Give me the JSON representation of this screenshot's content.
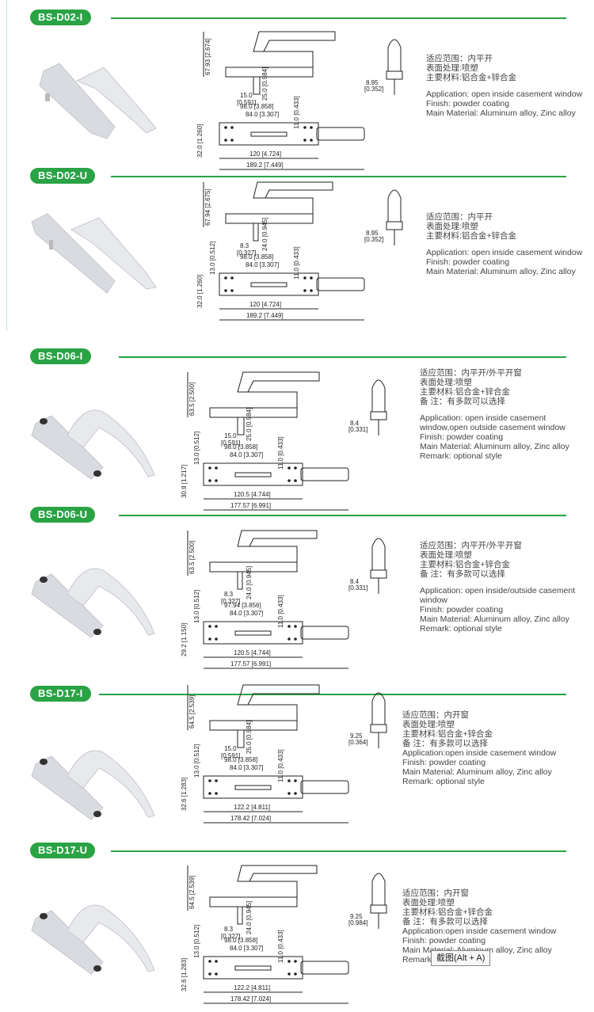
{
  "products": [
    {
      "code": "BS-D02-I",
      "top_height_label": "67.93 [2.674]",
      "spindle_label": "15.0\n[0.591]",
      "side_label": "25.0 [0.984]",
      "plate_labels": [
        "98.0 [3.858]",
        "84.0 [3.307]",
        "11.0 [0.433]",
        "32.0 [1.260]",
        "120 [4.724]",
        "189.2 [7.449]"
      ],
      "end_label": "8.95 [0.352]",
      "spec_cn": [
        "适应范围：内平开",
        "表面处理:喷塑",
        "主要材料:铝合金+锌合金"
      ],
      "spec_en": [
        "Application: open inside casement window",
        "Finish: powder coating",
        "Main Material: Aluminum alloy, Zinc alloy"
      ]
    },
    {
      "code": "BS-D02-U",
      "top_height_label": "67.94 [2.675]",
      "spindle_label": "8.3\n[0.327]",
      "side_label": "24.0 [0.945]",
      "plate_labels": [
        "98.0 [3.858]",
        "84.0 [3.307]",
        "11.0 [0.433]",
        "32.0 [1.260]",
        "120 [4.724]",
        "189.2 [7.449]",
        "13.0 [0.512]"
      ],
      "end_label": "8.95 [0.352]",
      "spec_cn": [
        "适应范围：内平开",
        "表面处理:喷塑",
        "主要材料:铝合金+锌合金"
      ],
      "spec_en": [
        "Application: open inside casement window",
        "Finish: powder coating",
        "Main Material: Aluminum alloy, Zinc alloy"
      ]
    },
    {
      "code": "BS-D06-I",
      "top_height_label": "63.5 [2.500]",
      "spindle_label": "15.0\n[0.591]",
      "side_label": "25.0 [0.984]",
      "plate_labels": [
        "98.0 [3.858]",
        "84.0 [3.307]",
        "11.0 [0.433]",
        "30.9 [1.217]",
        "120.5 [4.744]",
        "177.57 [6.991]",
        "13.0 [0.512]"
      ],
      "end_label": "8.4 [0.331]",
      "spec_cn": [
        "适应范围：内平开/外平开窗",
        "表面处理:喷塑",
        "主要材料:铝合金+锌合金",
        "备    注：有多款可以选择"
      ],
      "spec_en": [
        "Application: open inside casement window,open outside casement window",
        "Finish: powder coating",
        "Main Material: Aluminum alloy, Zinc alloy",
        "Remark: optional style"
      ]
    },
    {
      "code": "BS-D06-U",
      "top_height_label": "63.5 [2.500]",
      "spindle_label": "8.3\n[0.327]",
      "side_label": "24.0 [0.945]",
      "plate_labels": [
        "97.94 [3.856]",
        "84.0 [3.307]",
        "11.0 [0.433]",
        "29.2 [1.150]",
        "120.5 [4.744]",
        "177.57 [6.991]",
        "13.0 [0.512]"
      ],
      "end_label": "8.4 [0.331]",
      "spec_cn": [
        "适应范围：内平开/外平开窗",
        "表面处理:喷塑",
        "主要材料:铝合金+锌合金",
        "备    注：有多款可以选择"
      ],
      "spec_en": [
        "Application: open inside/outside casement window",
        "Finish: powder coating",
        "Main Material: Aluminum alloy, Zinc alloy",
        "Remark: optional style"
      ]
    },
    {
      "code": "BS-D17-I",
      "top_height_label": "64.5 [2.539]",
      "spindle_label": "15.0\n[0.591]",
      "side_label": "25.0 [0.984]",
      "plate_labels": [
        "98.0 [3.858]",
        "84.0 [3.307]",
        "11.0 [0.433]",
        "32.6 [1.283]",
        "122.2 [4.811]",
        "178.42 [7.024]",
        "13.0 [0.512]"
      ],
      "end_label": "9.25 [0.364]",
      "spec_cn": [
        "适应范围：内开窗",
        "表面处理:喷塑",
        "主要材料:铝合金+锌合金",
        "备    注：有多款可以选择"
      ],
      "spec_en": [
        "Application:open inside casement window",
        "Finish: powder coating",
        "Main Material: Aluminum alloy, Zinc alloy",
        "Remark: optional style"
      ]
    },
    {
      "code": "BS-D17-U",
      "top_height_label": "64.5 [2.539]",
      "spindle_label": "8.3\n[0.327]",
      "side_label": "24.0 [0.945]",
      "plate_labels": [
        "98.0 [3.858]",
        "84.0 [3.307]",
        "11.0 [0.433]",
        "32.6 [1.283]",
        "122.2 [4.811]",
        "178.42 [7.024]",
        "13.0 [0.512]"
      ],
      "end_label": "9.25 [0.984]",
      "spec_cn": [
        "适应范围：内开窗",
        "表面处理:喷塑",
        "主要材料:铝合金+锌合金",
        "备    注：有多款可以选择"
      ],
      "spec_en": [
        "Application:open inside casement window",
        "Finish: powder coating",
        "Main Material: Aluminum alloy, Zinc alloy",
        "Remark: optional style"
      ]
    }
  ],
  "tooltip": "截图(Alt + A)",
  "colors": {
    "accent": "#2aa345",
    "line": "#222222",
    "handle": "#d9dbe0"
  }
}
